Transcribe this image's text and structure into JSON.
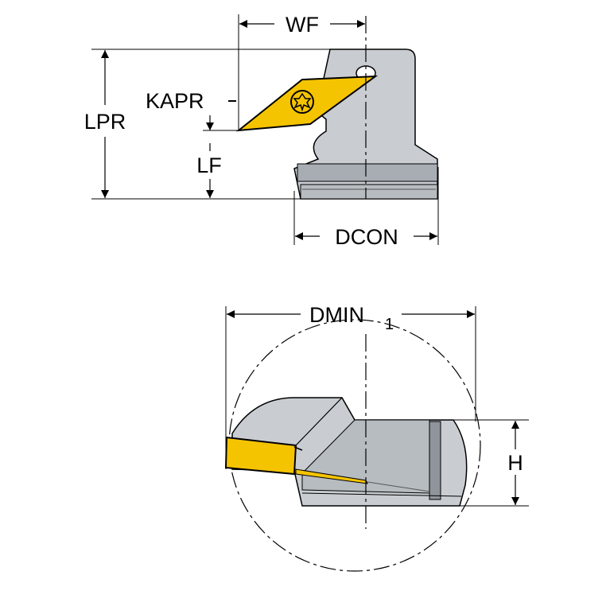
{
  "labels": {
    "wf": "WF",
    "kapr": "KAPR",
    "lpr": "LPR",
    "lf": "LF",
    "dcon": "DCON",
    "dmin": "DMIN",
    "dmin_sub": "1",
    "h": "H"
  },
  "colors": {
    "insert": "#f5c400",
    "body_light": "#c9cdd2",
    "body_mid": "#a8adb3",
    "body_dark": "#7d8288",
    "line": "#000000"
  }
}
